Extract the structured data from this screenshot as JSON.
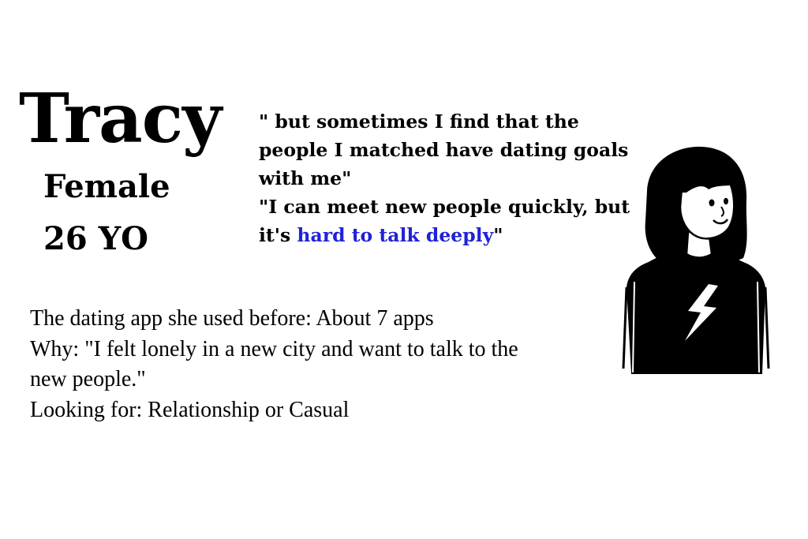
{
  "persona": {
    "name": "Tracy",
    "gender": "Female",
    "age": "26 YO"
  },
  "quotes": {
    "quote1": "\" but sometimes I find that the people I matched have dating goals with me\"",
    "quote2_prefix": "\"I can meet new people quickly, but it's ",
    "quote2_highlight": "hard to talk deeply",
    "quote2_suffix": "\""
  },
  "details": {
    "apps_used": "The dating app she used before: About 7 apps",
    "why": "Why: \"I felt lonely in a new city and want to talk to the new people.\"",
    "looking_for": "Looking for:  Relationship or Casual"
  },
  "colors": {
    "highlight": "#1f22d8",
    "text": "#000000",
    "background": "#ffffff"
  },
  "icons": {
    "avatar": "girl-portrait-icon",
    "shirt_graphic": "lightning-bolt-icon"
  }
}
